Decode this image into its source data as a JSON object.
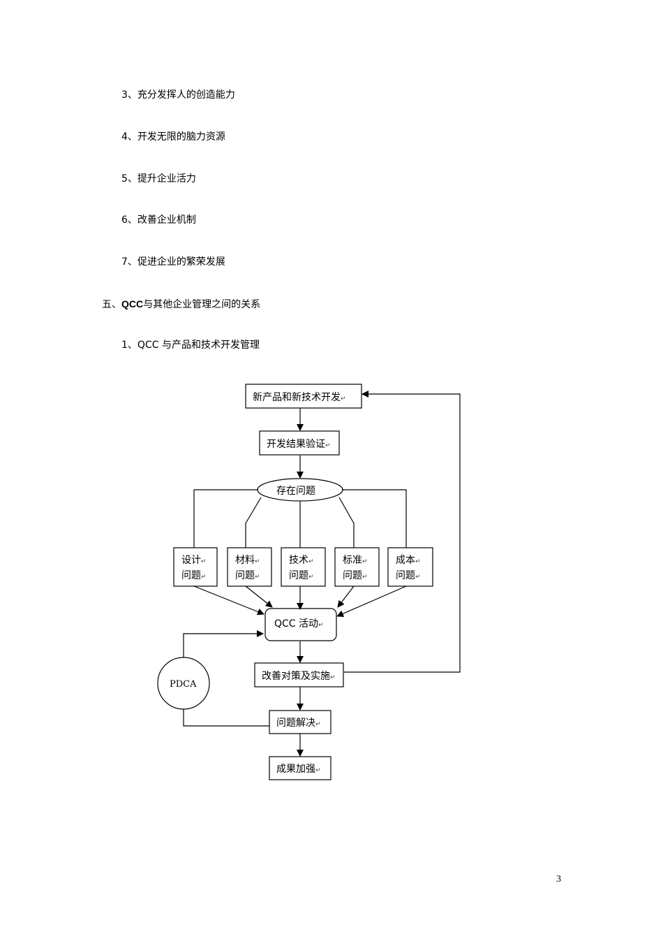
{
  "list_items": [
    {
      "num": "3、",
      "text": "充分发挥人的创造能力"
    },
    {
      "num": "4、",
      "text": "开发无限的脑力资源"
    },
    {
      "num": "5、",
      "text": "提升企业活力"
    },
    {
      "num": "6、",
      "text": "改善企业机制"
    },
    {
      "num": "7、",
      "text": "促进企业的繁荣发展"
    }
  ],
  "section": {
    "prefix": "五、",
    "bold": "QCC",
    "rest": "与其他企业管理之间的关系"
  },
  "subsection": {
    "num": "1、",
    "text": "QCC 与产品和技术开发管理"
  },
  "flowchart": {
    "new_dev": "新产品和新技术开发",
    "verify": "开发结果验证",
    "issues": "存在问题",
    "design": {
      "l1": "设计",
      "l2": "问题"
    },
    "material": {
      "l1": "材料",
      "l2": "问题"
    },
    "tech": {
      "l1": "技术",
      "l2": "问题"
    },
    "standard": {
      "l1": "标准",
      "l2": "问题"
    },
    "cost": {
      "l1": "成本",
      "l2": "问题"
    },
    "qcc": "QCC 活动",
    "improve": "改善对策及实施",
    "pdca": "PDCA",
    "solve": "问题解决",
    "strengthen": "成果加强",
    "para_mark": "↵"
  },
  "page_number": "3"
}
